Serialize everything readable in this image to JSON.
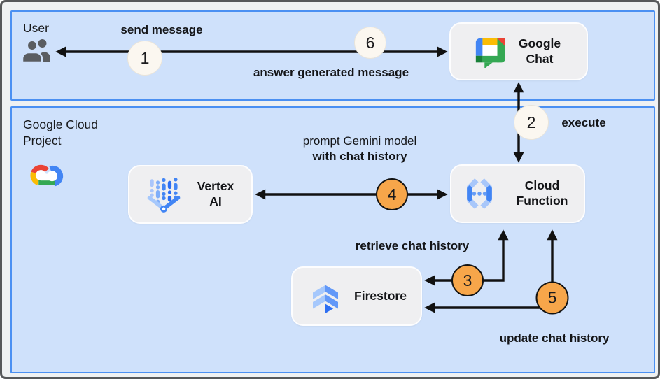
{
  "zones": {
    "user": {
      "label": "User"
    },
    "gcp": {
      "label": "Google Cloud Project"
    }
  },
  "nodes": {
    "google_chat": {
      "label": "Google Chat"
    },
    "vertex_ai": {
      "label": "Vertex AI"
    },
    "cloud_function": {
      "label": "Cloud Function"
    },
    "firestore": {
      "label": "Firestore"
    }
  },
  "flow_labels": {
    "send_message": "send message",
    "answer": "answer generated message",
    "execute": "execute",
    "prompt_line1": "prompt Gemini model",
    "prompt_line2": "with chat history",
    "retrieve": "retrieve chat history",
    "update": "update chat history"
  },
  "step_badges": {
    "s1": "1",
    "s2": "2",
    "s3": "3",
    "s4": "4",
    "s5": "5",
    "s6": "6"
  },
  "icons": {
    "user_icon": "people-group",
    "gcp_icon": "google-cloud-logo",
    "google_chat_icon": "google-chat-logo",
    "vertex_ai_icon": "vertex-ai-logo",
    "cloud_function_icon": "cloud-functions-logo",
    "firestore_icon": "firestore-logo"
  },
  "colors": {
    "zone_fill": "#cfe1fb",
    "zone_border": "#4b90f2",
    "node_fill": "#efeff1",
    "node_border": "#fdfdfe",
    "badge_light": "#fbf7f0",
    "badge_orange": "#f7a64a",
    "arrow": "#111111",
    "canvas_bg": "#eff1f2",
    "frame_border": "#56585a",
    "google_blue": "#4285f4",
    "google_red": "#ea4335",
    "google_yellow": "#fbbc04",
    "google_green": "#34a853",
    "google_dark_green": "#188038",
    "icon_gray": "#5a5d61"
  }
}
